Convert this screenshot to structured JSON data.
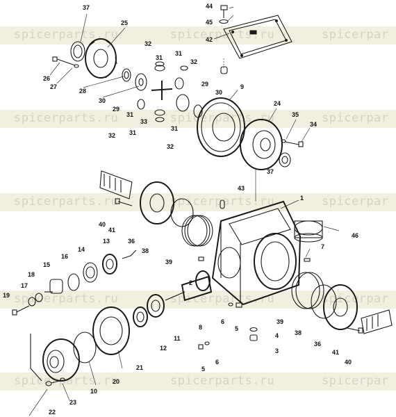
{
  "watermark": {
    "text_left": "spicerparts.ru",
    "text_mid": "spicerparts.ru",
    "text_right": "spicerpar"
  },
  "callouts": [
    "1",
    "2",
    "3",
    "4",
    "5",
    "5",
    "6",
    "6",
    "7",
    "8",
    "9",
    "10",
    "11",
    "12",
    "13",
    "14",
    "15",
    "16",
    "17",
    "18",
    "19",
    "20",
    "21",
    "22",
    "23",
    "24",
    "25",
    "26",
    "27",
    "28",
    "29",
    "29",
    "30",
    "30",
    "31",
    "31",
    "31",
    "31",
    "32",
    "32",
    "32",
    "32",
    "33",
    "34",
    "35",
    "36",
    "36",
    "37",
    "37",
    "38",
    "38",
    "39",
    "39",
    "40",
    "40",
    "41",
    "41",
    "42",
    "43",
    "44",
    "45",
    "46"
  ]
}
